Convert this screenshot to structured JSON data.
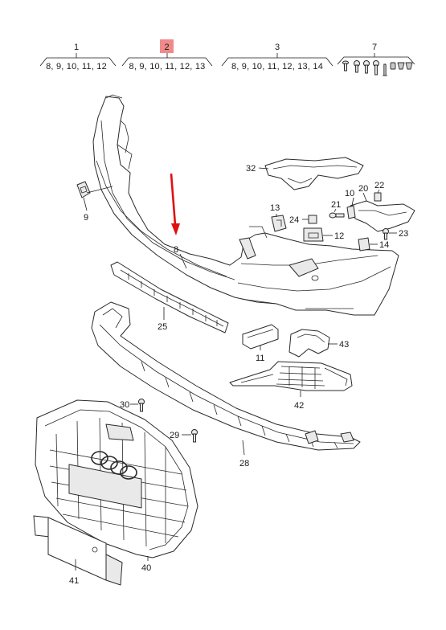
{
  "groups": [
    {
      "title": "1",
      "list": "8, 9, 10, 11, 12",
      "highlighted": false
    },
    {
      "title": "2",
      "list": "8, 9, 10, 11, 12, 13",
      "highlighted": true
    },
    {
      "title": "3",
      "list": "8, 9, 10, 11, 12, 13, 14",
      "highlighted": false
    },
    {
      "title": "7",
      "list": "",
      "highlighted": false
    }
  ],
  "callouts": {
    "c8": "8",
    "c9": "9",
    "c10": "10",
    "c11": "11",
    "c12": "12",
    "c13": "13",
    "c14": "14",
    "c20": "20",
    "c21": "21",
    "c22": "22",
    "c23": "23",
    "c24": "24",
    "c25": "25",
    "c28": "28",
    "c29": "29",
    "c30": "30",
    "c32": "32",
    "c40": "40",
    "c41": "41",
    "c42": "42",
    "c43": "43"
  },
  "colors": {
    "highlight_fill": "#f08a8a",
    "highlight_stroke": "#e02020",
    "arrow": "#e01010",
    "line": "#1a1a1a"
  }
}
